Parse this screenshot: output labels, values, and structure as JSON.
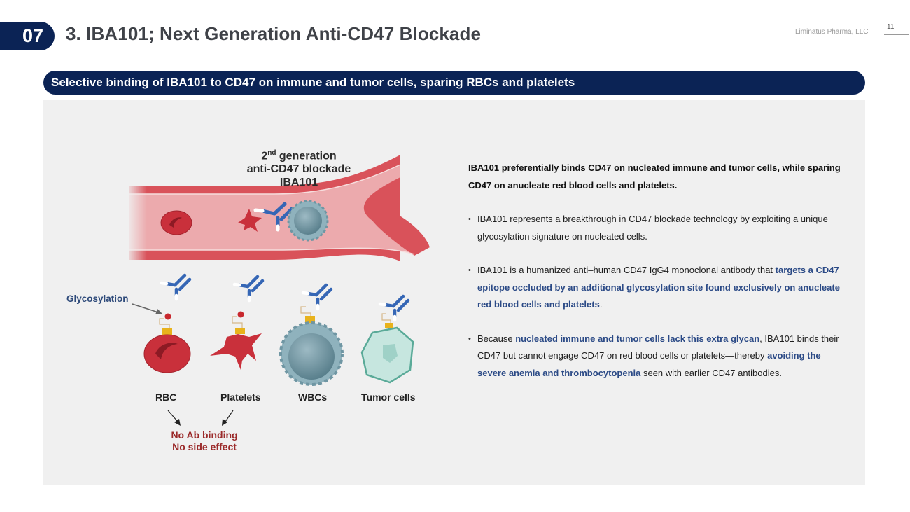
{
  "header": {
    "section_number": "07",
    "title": "3. IBA101; Next Generation Anti-CD47 Blockade",
    "company": "Liminatus Pharma, LLC",
    "page_number": "11"
  },
  "banner": {
    "text": "Selective binding of IBA101 to CD47 on immune and tumor cells, sparing RBCs and platelets"
  },
  "illustration": {
    "title_prefix": "2",
    "title_sup": "nd",
    "title_line1_rest": " generation",
    "title_line2": "anti-CD47 blockade",
    "title_line3": "IBA101",
    "glycosylation_label": "Glycosylation",
    "cell_labels": [
      "RBC",
      "Platelets",
      "WBCs",
      "Tumor cells"
    ],
    "outcome_line1": "No Ab binding",
    "outcome_line2": "No side effect",
    "colors": {
      "vessel_wall": "#d9525a",
      "vessel_lumen": "#ecaaad",
      "rbc": "#c9303b",
      "antibody": "#3566b5",
      "wbc": "#6f96a3",
      "tumor": "#c6e6df",
      "glycan": "#c8282e"
    }
  },
  "text": {
    "lead": "IBA101 preferentially binds CD47 on nucleated immune and tumor cells, while sparing CD47 on anucleate red blood cells and platelets.",
    "bullets": [
      {
        "segments": [
          {
            "text": "IBA101 represents a breakthrough in CD47 blockade technology by exploiting a unique glycosylation signature on nucleated cells.",
            "highlight": false
          }
        ]
      },
      {
        "segments": [
          {
            "text": "IBA101 is a humanized anti–human CD47 IgG4 monoclonal antibody that ",
            "highlight": false
          },
          {
            "text": "targets a CD47 epitope occluded by an additional glycosylation site found exclusively on anucleate red blood cells and platelets",
            "highlight": true
          },
          {
            "text": ".",
            "highlight": false
          }
        ]
      },
      {
        "segments": [
          {
            "text": "Because ",
            "highlight": false
          },
          {
            "text": "nucleated immune and tumor cells lack this extra glycan",
            "highlight": true
          },
          {
            "text": ", IBA101 binds their CD47 but cannot engage CD47 on red blood cells or platelets—thereby ",
            "highlight": false
          },
          {
            "text": "avoiding the severe anemia and thrombocytopenia",
            "highlight": true
          },
          {
            "text": " seen with earlier CD47 antibodies.",
            "highlight": false
          }
        ]
      }
    ]
  },
  "colors": {
    "navy": "#0b2355",
    "panel_bg": "#f0f0f0",
    "highlight_text": "#2b4a86",
    "outcome_text": "#9b2a2a"
  }
}
